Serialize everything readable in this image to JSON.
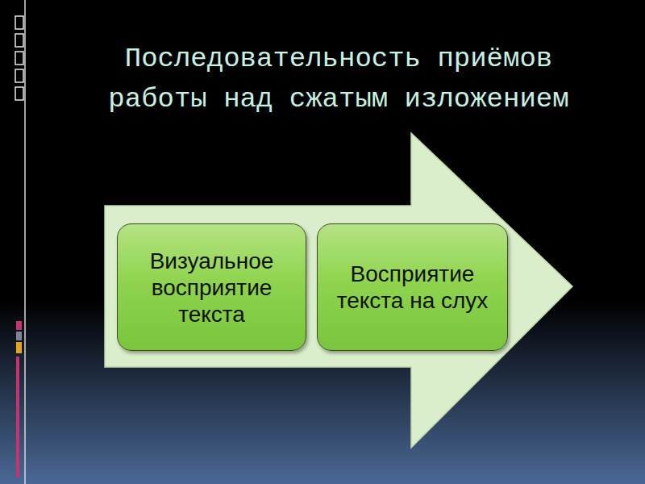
{
  "diagram": {
    "title": "Последовательность приёмов работы над сжатым изложением",
    "nodes": [
      {
        "text": [
          "Визуальное восприятие текста"
        ]
      },
      {
        "text": [
          "Восприятие текста на слух"
        ]
      }
    ]
  }
}
